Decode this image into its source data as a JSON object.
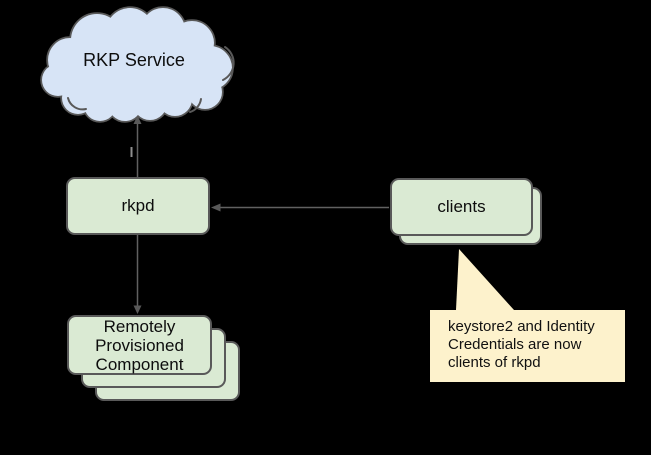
{
  "diagram": {
    "background": "#000000",
    "stroke_color": "#595959",
    "connector_color": "#616161",
    "nodes": {
      "rkp_service": {
        "label": "RKP Service",
        "shape": "cloud",
        "fill": "#d7e4f6"
      },
      "rkpd": {
        "label": "rkpd",
        "shape": "rounded-box",
        "fill": "#daead3"
      },
      "clients": {
        "label": "clients",
        "shape": "stacked-box-x2",
        "fill": "#daead3"
      },
      "remotely_provisioned_component": {
        "shape": "stacked-box-x3",
        "fill": "#daead3",
        "label_lines": [
          "Remotely",
          "Provisioned",
          "Component"
        ]
      }
    },
    "callout": {
      "fill": "#fdf2cc",
      "lines": [
        "keystore2 and Identity",
        "Credentials are now",
        "clients of rkpd"
      ]
    },
    "edges": [
      {
        "from": "rkpd",
        "to": "rkp_service",
        "arrowhead": "at-rkp-service"
      },
      {
        "from": "clients",
        "to": "rkpd",
        "arrowhead": "at-rkpd"
      },
      {
        "from": "rkpd",
        "to": "remotely_provisioned_component",
        "arrowhead": "at-component"
      }
    ]
  }
}
